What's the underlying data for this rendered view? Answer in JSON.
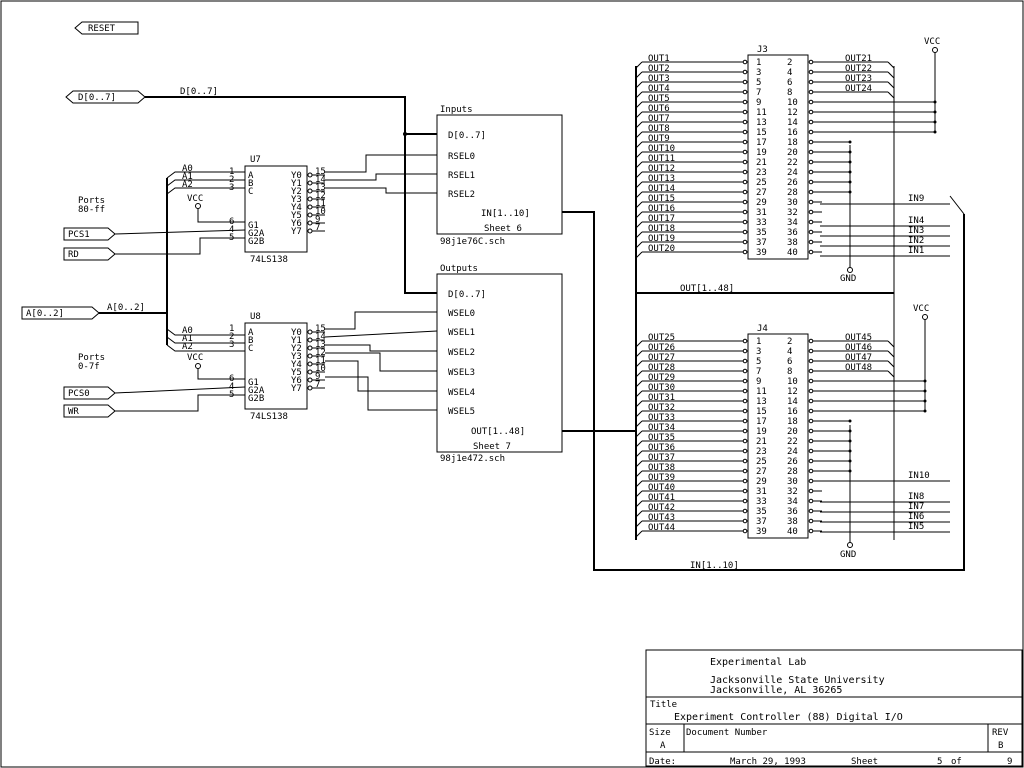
{
  "ports": {
    "reset": "RESET",
    "d_bus": "D[0..7]",
    "a_bus": "A[0..2]",
    "pcs1": "PCS1",
    "rd": "RD",
    "pcs0": "PCS0",
    "wr": "WR"
  },
  "nets": {
    "d_bus": "D[0..7]",
    "a_bus": "A[0..2]",
    "out_bus": "OUT[1..48]",
    "in_bus": "IN[1..10]"
  },
  "notes": {
    "ports_hi_1": "Ports",
    "ports_hi_2": "80-ff",
    "ports_lo_1": "Ports",
    "ports_lo_2": "0-7f"
  },
  "u7": {
    "ref": "U7",
    "part": "74LS138",
    "in_net_labels": [
      "A0",
      "A1",
      "A2"
    ],
    "in_pins": [
      {
        "name": "A",
        "num": "1"
      },
      {
        "name": "B",
        "num": "2"
      },
      {
        "name": "C",
        "num": "3"
      },
      {
        "name": "G1",
        "num": "6"
      },
      {
        "name": "G2A",
        "num": "4"
      },
      {
        "name": "G2B",
        "num": "5"
      }
    ],
    "out_pins": [
      {
        "name": "Y0",
        "num": "15"
      },
      {
        "name": "Y1",
        "num": "14"
      },
      {
        "name": "Y2",
        "num": "13"
      },
      {
        "name": "Y3",
        "num": "12"
      },
      {
        "name": "Y4",
        "num": "11"
      },
      {
        "name": "Y5",
        "num": "10"
      },
      {
        "name": "Y6",
        "num": "9"
      },
      {
        "name": "Y7",
        "num": "7"
      }
    ],
    "vcc": "VCC"
  },
  "u8": {
    "ref": "U8",
    "part": "74LS138",
    "in_net_labels": [
      "A0",
      "A1",
      "A2"
    ],
    "in_pins": [
      {
        "name": "A",
        "num": "1"
      },
      {
        "name": "B",
        "num": "2"
      },
      {
        "name": "C",
        "num": "3"
      },
      {
        "name": "G1",
        "num": "6"
      },
      {
        "name": "G2A",
        "num": "4"
      },
      {
        "name": "G2B",
        "num": "5"
      }
    ],
    "out_pins": [
      {
        "name": "Y0",
        "num": "15"
      },
      {
        "name": "Y1",
        "num": "14"
      },
      {
        "name": "Y2",
        "num": "13"
      },
      {
        "name": "Y3",
        "num": "12"
      },
      {
        "name": "Y4",
        "num": "11"
      },
      {
        "name": "Y5",
        "num": "10"
      },
      {
        "name": "Y6",
        "num": "9"
      },
      {
        "name": "Y7",
        "num": "7"
      }
    ],
    "vcc": "VCC"
  },
  "inputs_sheet": {
    "title": "Inputs",
    "pins": [
      "D[0..7]",
      "RSEL0",
      "RSEL1",
      "RSEL2"
    ],
    "out_pin": "IN[1..10]",
    "sheet": "Sheet 6",
    "file": "98j1e76C.sch"
  },
  "outputs_sheet": {
    "title": "Outputs",
    "pins": [
      "D[0..7]",
      "WSEL0",
      "WSEL1",
      "WSEL2",
      "WSEL3",
      "WSEL4",
      "WSEL5"
    ],
    "out_pin": "OUT[1..48]",
    "sheet": "Sheet 7",
    "file": "98j1e472.sch"
  },
  "j3": {
    "ref": "J3",
    "left_nets": [
      "OUT1",
      "OUT2",
      "OUT3",
      "OUT4",
      "OUT5",
      "OUT6",
      "OUT7",
      "OUT8",
      "OUT9",
      "OUT10",
      "OUT11",
      "OUT12",
      "OUT13",
      "OUT14",
      "OUT15",
      "OUT16",
      "OUT17",
      "OUT18",
      "OUT19",
      "OUT20"
    ],
    "pin_rows": [
      [
        "1",
        "2"
      ],
      [
        "3",
        "4"
      ],
      [
        "5",
        "6"
      ],
      [
        "7",
        "8"
      ],
      [
        "9",
        "10"
      ],
      [
        "11",
        "12"
      ],
      [
        "13",
        "14"
      ],
      [
        "15",
        "16"
      ],
      [
        "17",
        "18"
      ],
      [
        "19",
        "20"
      ],
      [
        "21",
        "22"
      ],
      [
        "23",
        "24"
      ],
      [
        "25",
        "26"
      ],
      [
        "27",
        "28"
      ],
      [
        "29",
        "30"
      ],
      [
        "31",
        "32"
      ],
      [
        "33",
        "34"
      ],
      [
        "35",
        "36"
      ],
      [
        "37",
        "38"
      ],
      [
        "39",
        "40"
      ]
    ],
    "right_nets": [
      "OUT21",
      "OUT22",
      "OUT23",
      "OUT24"
    ],
    "in_nets": [
      "IN9",
      "IN4",
      "IN3",
      "IN2",
      "IN1"
    ],
    "vcc": "VCC",
    "gnd": "GND"
  },
  "j4": {
    "ref": "J4",
    "left_nets": [
      "OUT25",
      "OUT26",
      "OUT27",
      "OUT28",
      "OUT29",
      "OUT30",
      "OUT31",
      "OUT32",
      "OUT33",
      "OUT34",
      "OUT35",
      "OUT36",
      "OUT37",
      "OUT38",
      "OUT39",
      "OUT40",
      "OUT41",
      "OUT42",
      "OUT43",
      "OUT44"
    ],
    "pin_rows": [
      [
        "1",
        "2"
      ],
      [
        "3",
        "4"
      ],
      [
        "5",
        "6"
      ],
      [
        "7",
        "8"
      ],
      [
        "9",
        "10"
      ],
      [
        "11",
        "12"
      ],
      [
        "13",
        "14"
      ],
      [
        "15",
        "16"
      ],
      [
        "17",
        "18"
      ],
      [
        "19",
        "20"
      ],
      [
        "21",
        "22"
      ],
      [
        "23",
        "24"
      ],
      [
        "25",
        "26"
      ],
      [
        "27",
        "28"
      ],
      [
        "29",
        "30"
      ],
      [
        "31",
        "32"
      ],
      [
        "33",
        "34"
      ],
      [
        "35",
        "36"
      ],
      [
        "37",
        "38"
      ],
      [
        "39",
        "40"
      ]
    ],
    "right_nets": [
      "OUT45",
      "OUT46",
      "OUT47",
      "OUT48"
    ],
    "in_nets": [
      "IN10",
      "IN8",
      "IN7",
      "IN6",
      "IN5"
    ],
    "vcc": "VCC",
    "gnd": "GND"
  },
  "title_block": {
    "org": "Experimental Lab",
    "univ": "Jacksonville State University",
    "city": "Jacksonville, AL 36265",
    "title_label": "Title",
    "title": "Experiment Controller (88) Digital I/O",
    "size_label": "Size",
    "size": "A",
    "docnum_label": "Document Number",
    "rev_label": "REV",
    "rev": "B",
    "date_label": "Date:",
    "date": "March 29, 1993",
    "sheet_label": "Sheet",
    "sheet_num": "5",
    "of_label": "of",
    "sheet_total": "9"
  }
}
